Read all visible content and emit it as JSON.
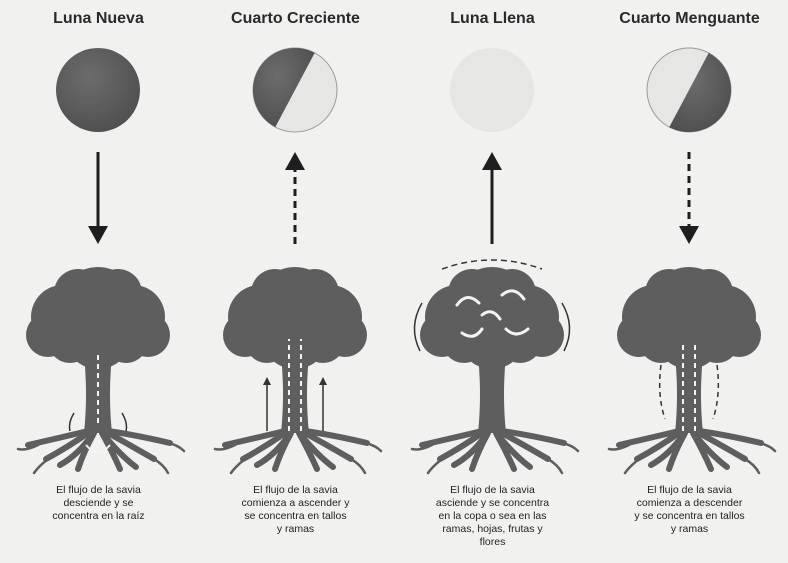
{
  "phases": [
    {
      "title": "Luna Nueva",
      "moon_phase": "new",
      "arrow_direction": "down",
      "arrow_style": "solid",
      "caption_lines": [
        "El flujo de la savia",
        "desciende y se",
        "concentra en la raíz"
      ]
    },
    {
      "title": "Cuarto Creciente",
      "moon_phase": "first-quarter",
      "arrow_direction": "up",
      "arrow_style": "dashed",
      "caption_lines": [
        "El flujo de la savia",
        "comienza a ascender y",
        "se concentra en tallos",
        "y ramas"
      ]
    },
    {
      "title": "Luna Llena",
      "moon_phase": "full",
      "arrow_direction": "up",
      "arrow_style": "solid",
      "caption_lines": [
        "El flujo de la savia",
        "asciende y se concentra",
        "en la copa o sea en las",
        "ramas, hojas, frutas y",
        "flores"
      ]
    },
    {
      "title": "Cuarto Menguante",
      "moon_phase": "last-quarter",
      "arrow_direction": "down",
      "arrow_style": "dashed",
      "caption_lines": [
        "El flujo de la savia",
        "comienza a descender",
        "y se concentra en tallos",
        "y ramas"
      ]
    }
  ],
  "colors": {
    "background": "#f1f1ef",
    "tree": "#5e5e5e",
    "moon_dark": "#4f4f4f",
    "moon_light": "#e6e6e4",
    "arrow": "#1e1e1e",
    "flow": "#f4f4f2"
  }
}
